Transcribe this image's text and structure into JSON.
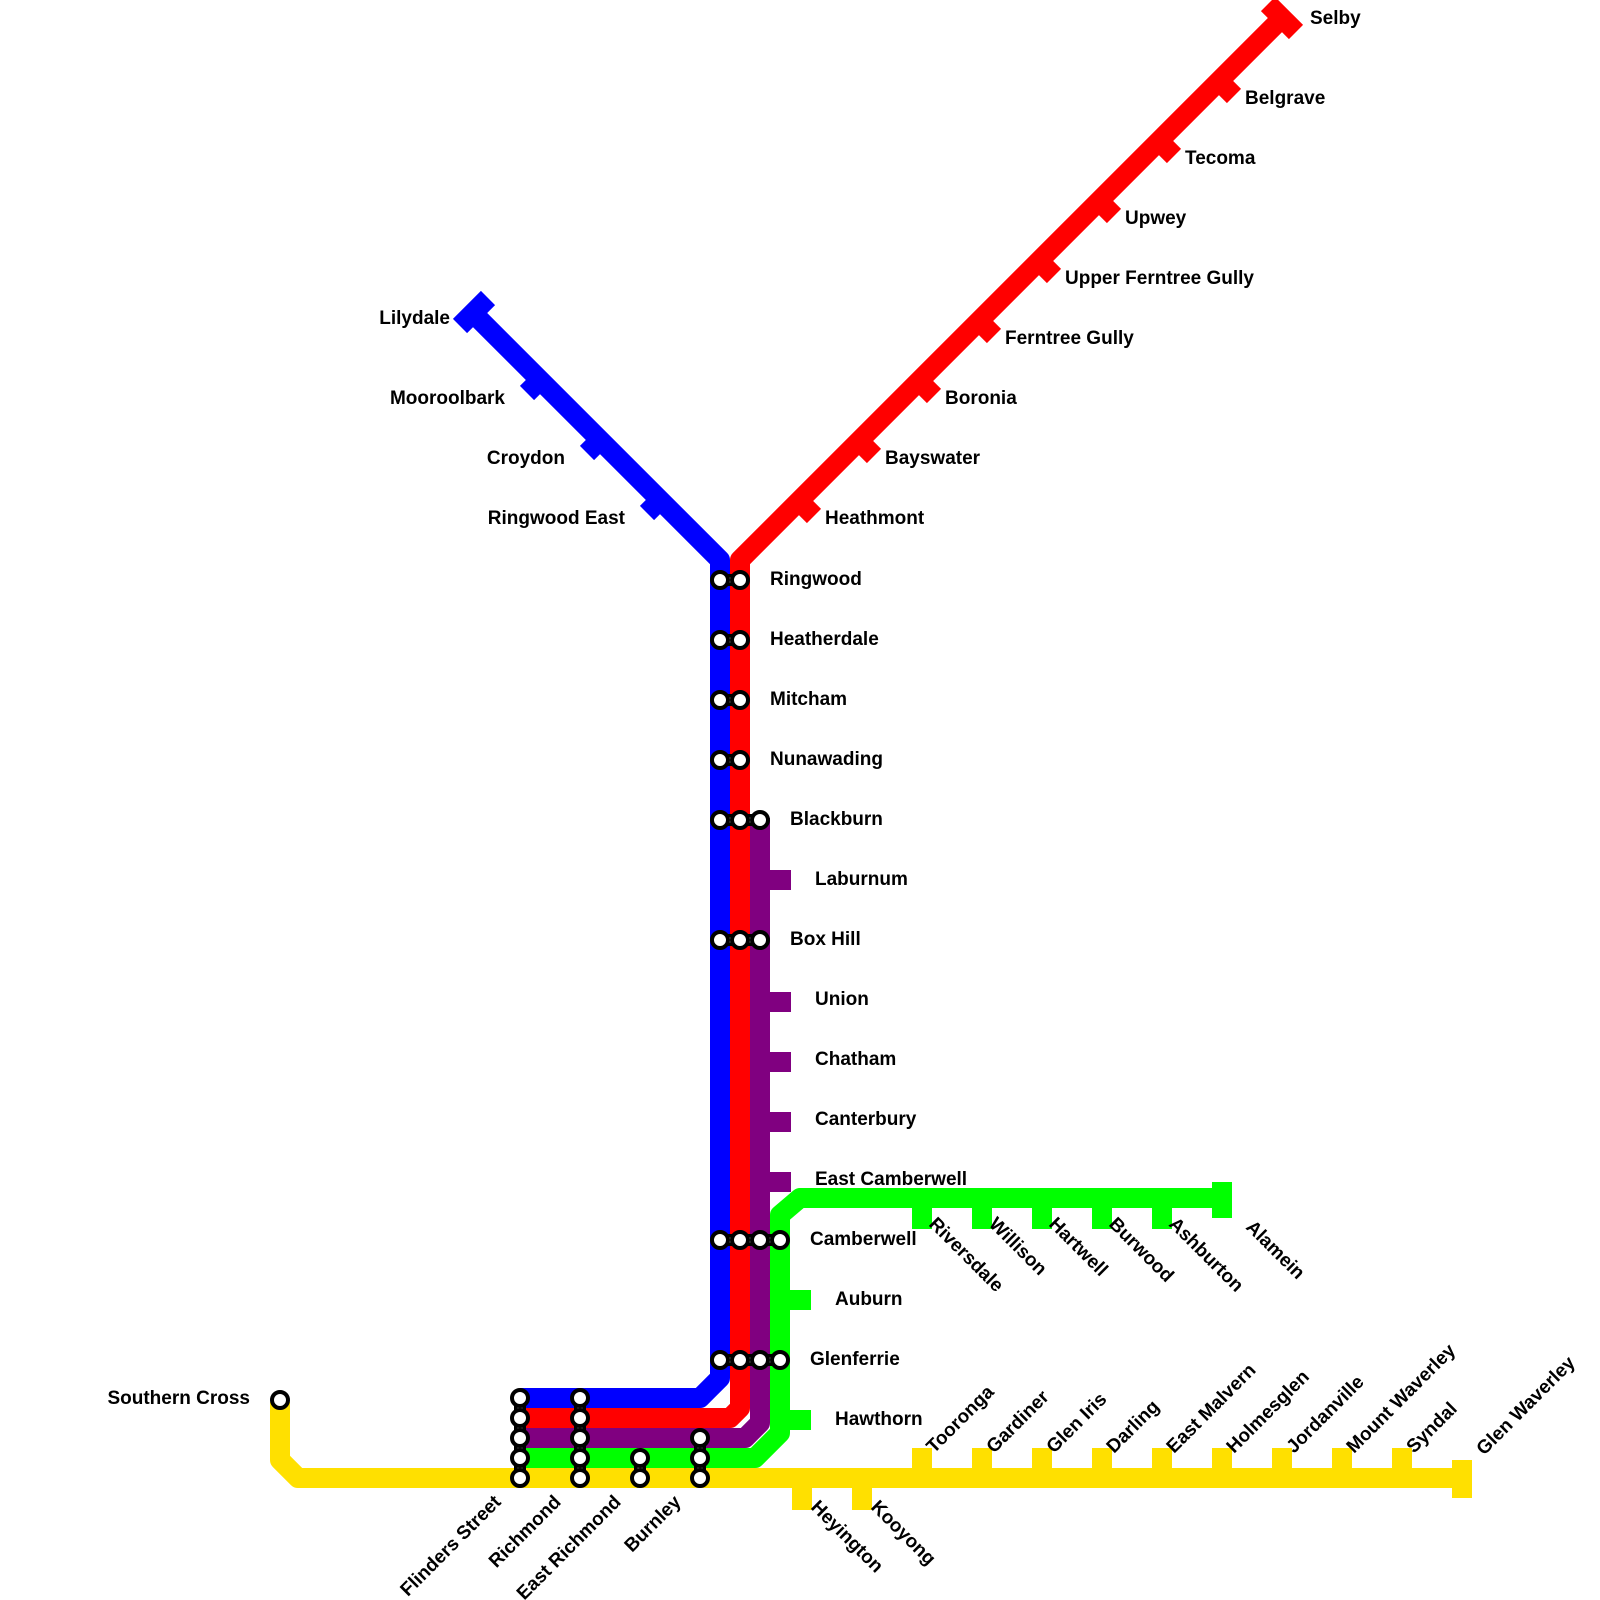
{
  "colors": {
    "blue_line": "#0000ff",
    "red_line": "#ff0000",
    "purple_line": "#800080",
    "green_line": "#00ff00",
    "yellow_line": "#ffe000",
    "interchange_fill": "#ffffff",
    "interchange_stroke": "#000000",
    "label_text": "#000000"
  },
  "lines": {
    "blue": {
      "color": "#0000ff",
      "stations": [
        "Lilydale",
        "Mooroolbark",
        "Croydon",
        "Ringwood East"
      ]
    },
    "red": {
      "color": "#ff0000",
      "stations": [
        "Selby",
        "Belgrave",
        "Tecoma",
        "Upwey",
        "Upper Ferntree Gully",
        "Ferntree Gully",
        "Boronia",
        "Bayswater",
        "Heathmont"
      ]
    },
    "shared_trunk": {
      "stations": [
        "Ringwood",
        "Heatherdale",
        "Mitcham",
        "Nunawading",
        "Blackburn",
        "Laburnum",
        "Box Hill",
        "Union",
        "Chatham",
        "Canterbury",
        "East Camberwell",
        "Camberwell",
        "Auburn",
        "Glenferrie",
        "Hawthorn"
      ]
    },
    "green": {
      "color": "#00ff00",
      "stations": [
        "Riversdale",
        "Willison",
        "Hartwell",
        "Burwood",
        "Ashburton",
        "Alamein"
      ]
    },
    "yellow": {
      "color": "#ffe000",
      "stations": [
        "Southern Cross",
        "Heyington",
        "Kooyong",
        "Tooronga",
        "Gardiner",
        "Glen Iris",
        "Darling",
        "East Malvern",
        "Holmesglen",
        "Jordanville",
        "Mount Waverley",
        "Syndal",
        "Glen Waverley"
      ]
    },
    "city": {
      "stations": [
        "Flinders Street",
        "Richmond",
        "East Richmond",
        "Burnley"
      ]
    }
  },
  "labels": {
    "lilydale": "Lilydale",
    "mooroolbark": "Mooroolbark",
    "croydon": "Croydon",
    "ringwood_east": "Ringwood East",
    "selby": "Selby",
    "belgrave": "Belgrave",
    "tecoma": "Tecoma",
    "upwey": "Upwey",
    "upper_ferntree_gully": "Upper Ferntree Gully",
    "ferntree_gully": "Ferntree Gully",
    "boronia": "Boronia",
    "bayswater": "Bayswater",
    "heathmont": "Heathmont",
    "ringwood": "Ringwood",
    "heatherdale": "Heatherdale",
    "mitcham": "Mitcham",
    "nunawading": "Nunawading",
    "blackburn": "Blackburn",
    "laburnum": "Laburnum",
    "box_hill": "Box Hill",
    "union": "Union",
    "chatham": "Chatham",
    "canterbury": "Canterbury",
    "east_camberwell": "East Camberwell",
    "camberwell": "Camberwell",
    "auburn": "Auburn",
    "glenferrie": "Glenferrie",
    "hawthorn": "Hawthorn",
    "riversdale": "Riversdale",
    "willison": "Willison",
    "hartwell": "Hartwell",
    "burwood": "Burwood",
    "ashburton": "Ashburton",
    "alamein": "Alamein",
    "southern_cross": "Southern Cross",
    "flinders_street": "Flinders Street",
    "richmond": "Richmond",
    "east_richmond": "East Richmond",
    "burnley": "Burnley",
    "heyington": "Heyington",
    "kooyong": "Kooyong",
    "tooronga": "Tooronga",
    "gardiner": "Gardiner",
    "glen_iris": "Glen Iris",
    "darling": "Darling",
    "east_malvern": "East Malvern",
    "holmesglen": "Holmesglen",
    "jordanville": "Jordanville",
    "mount_waverley": "Mount Waverley",
    "syndal": "Syndal",
    "glen_waverley": "Glen Waverley"
  }
}
